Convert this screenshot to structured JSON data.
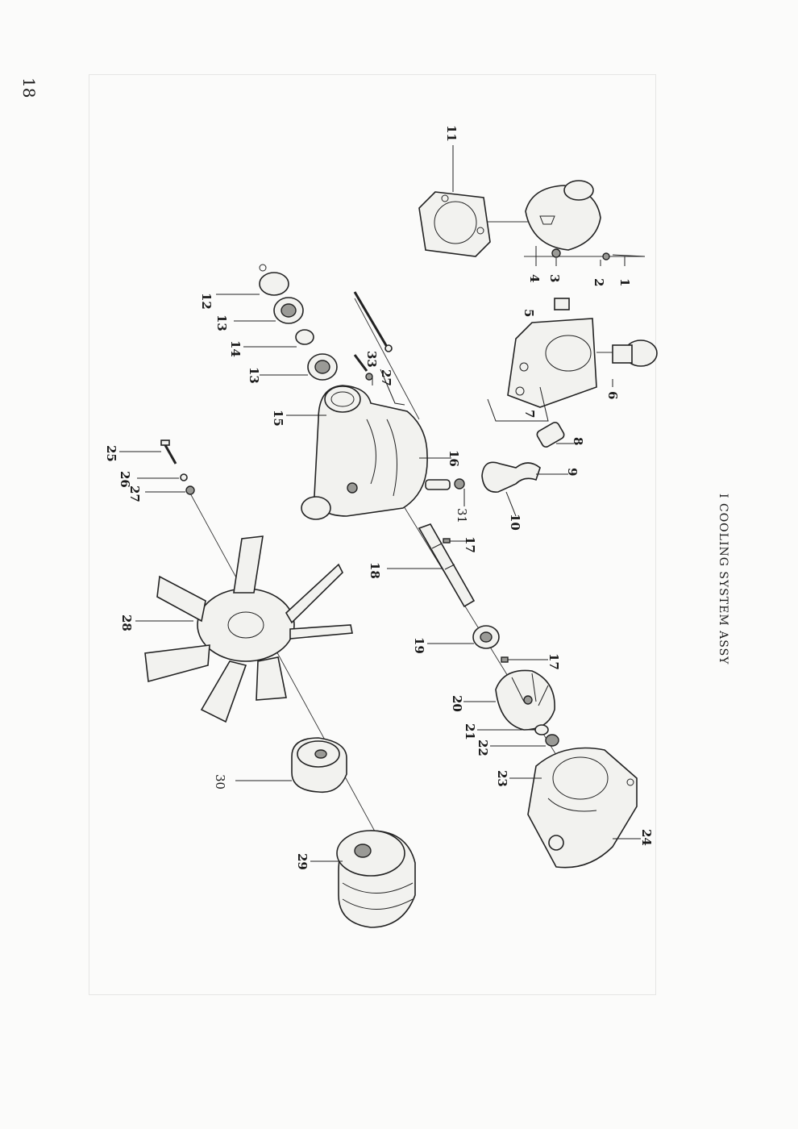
{
  "page": {
    "number": "18"
  },
  "section": {
    "title": "Ⅰ COOLING SYSTEM ASSY"
  },
  "callouts": {
    "c1": "1",
    "c2": "2",
    "c3": "3",
    "c4": "4",
    "c5": "5",
    "c6": "6",
    "c7": "7",
    "c8": "8",
    "c9": "9",
    "c10": "10",
    "c11": "11",
    "c12": "12",
    "c13a": "13",
    "c13b": "13",
    "c14": "14",
    "c15": "15",
    "c16": "16",
    "c17a": "17",
    "c17b": "17",
    "c18": "18",
    "c19": "19",
    "c20": "20",
    "c21": "21",
    "c22": "22",
    "c23": "23",
    "c24": "24",
    "c25": "25",
    "c26": "26",
    "c27a": "27",
    "c27b": "27",
    "c28": "28",
    "c29": "29",
    "c30": "30",
    "c31": "31",
    "c33": "33"
  }
}
